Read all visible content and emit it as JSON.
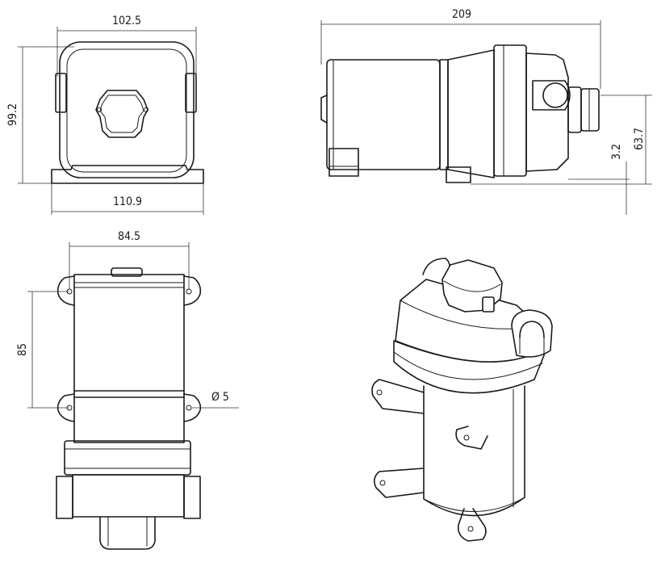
{
  "dimensions": {
    "front_width": "102.5",
    "front_height": "99.2",
    "front_base_width": "110.9",
    "side_length": "209",
    "side_outlet_height": "63.7",
    "side_offset": "3.2",
    "top_hole_spacing": "84.5",
    "top_hole_pitch": "85",
    "hole_diameter": "Ø 5"
  },
  "colors": {
    "line": "#1a1a1a",
    "background": "#ffffff"
  }
}
